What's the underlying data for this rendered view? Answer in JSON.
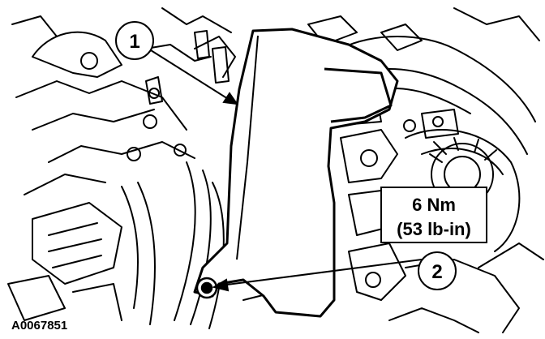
{
  "figure": {
    "id_label": "A0067851",
    "callouts": [
      {
        "number": "1"
      },
      {
        "number": "2"
      }
    ],
    "torque_spec": {
      "metric": "6 Nm",
      "imperial": "(53 lb-in)"
    }
  }
}
